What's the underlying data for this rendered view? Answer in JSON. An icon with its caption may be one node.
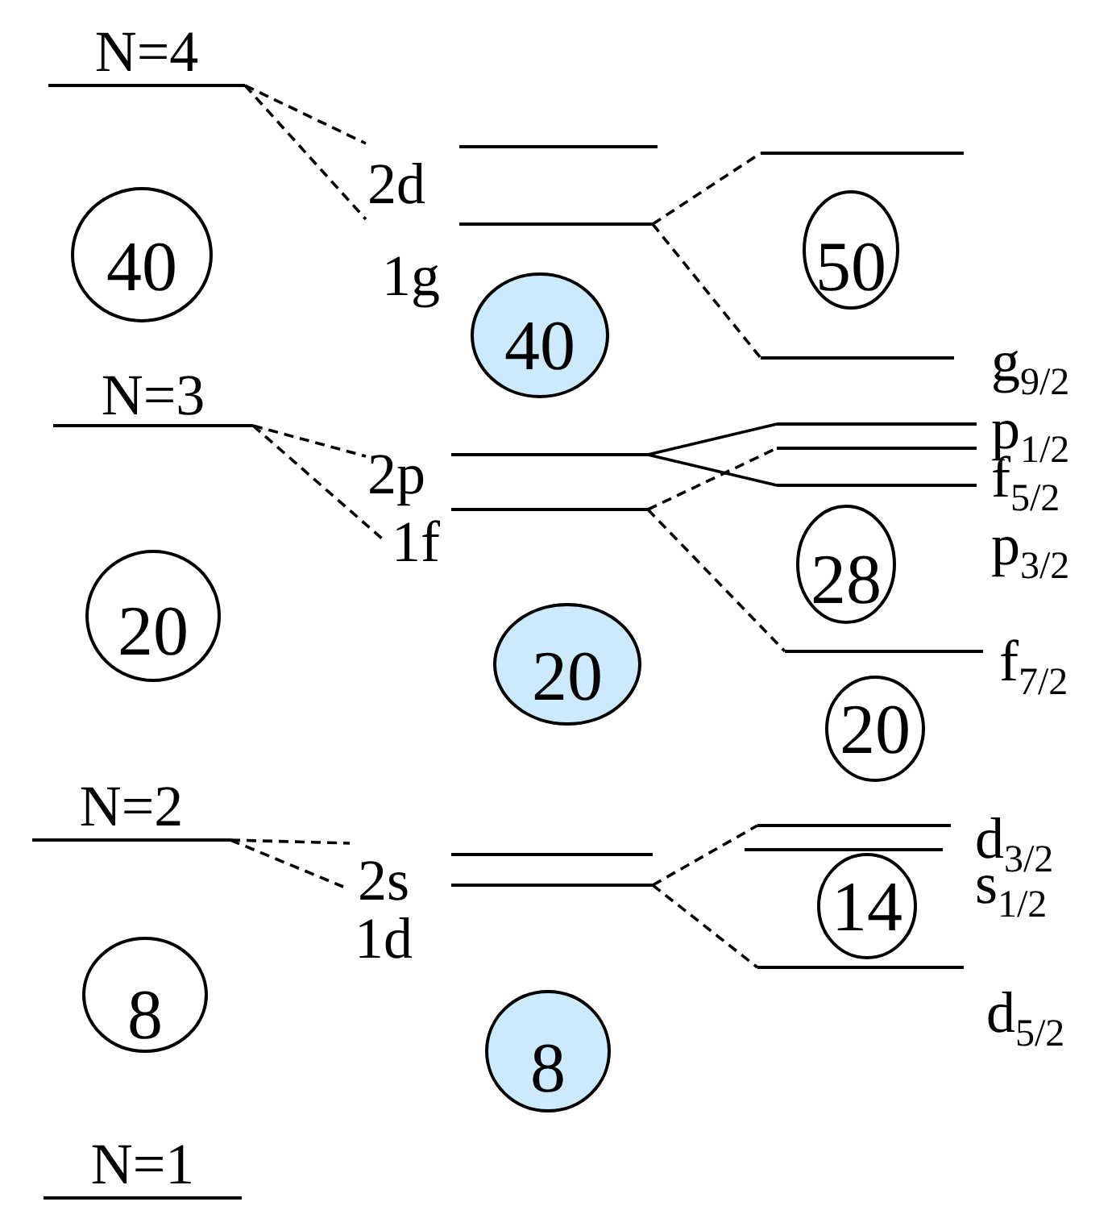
{
  "diagram": {
    "nodes": [
      {
        "text": [
          "N=4"
        ]
      },
      {
        "text": [
          "2d"
        ]
      },
      {
        "text": [],
        "shape": "bar"
      },
      {
        "text": [
          "1g"
        ]
      },
      {
        "text": [
          "40"
        ]
      },
      {
        "text": [
          "50"
        ]
      },
      {
        "text": [
          "40"
        ]
      },
      {
        "text": [
          "g$_{9/2}$"
        ]
      },
      {
        "text": [
          "N=3"
        ]
      },
      {
        "text": [
          "p$_{1/2}$"
        ]
      },
      {
        "text": [
          "f$_{5/2}$"
        ]
      },
      {
        "text": [
          "2p"
        ]
      },
      {
        "text": [
          "p$_{3/2}$"
        ]
      },
      {
        "text": [
          "1f"
        ]
      },
      {
        "text": [
          "28"
        ]
      },
      {
        "text": [
          "20"
        ]
      },
      {
        "text": [
          "20"
        ]
      },
      {
        "text": [
          "f$_{7/2}$"
        ]
      },
      {
        "text": [
          "20"
        ]
      },
      {
        "text": [
          "N=2"
        ]
      },
      {
        "text": [
          "d$_{3/2}$"
        ]
      },
      {
        "text": [
          "s$_{1/2}$"
        ]
      },
      {
        "text": [
          "2s"
        ]
      },
      {
        "text": [
          "1d"
        ]
      },
      {
        "text": [
          "14"
        ]
      },
      {
        "text": [
          "d$_{5/2}$"
        ]
      },
      {
        "text": [
          "8"
        ]
      },
      {
        "text": [
          "8"
        ]
      },
      {
        "text": [
          "N=1"
        ]
      }
    ],
    "edges": [
      {
        "from": 0,
        "to": 1,
        "arrow": "none",
        "style": "dashed"
      },
      {
        "from": 0,
        "to": 3,
        "arrow": "none",
        "style": "dashed"
      },
      {
        "from": 3,
        "to": 2,
        "arrow": "none",
        "style": "dashed"
      },
      {
        "from": 3,
        "to": 7,
        "arrow": "none",
        "style": "dashed"
      },
      {
        "from": 8,
        "to": 11,
        "arrow": "none",
        "style": "dashed"
      },
      {
        "from": 8,
        "to": 13,
        "arrow": "none",
        "style": "dashed"
      },
      {
        "from": 11,
        "to": 9,
        "arrow": "none"
      },
      {
        "from": 11,
        "to": 12,
        "arrow": "none"
      },
      {
        "from": 13,
        "to": 10,
        "arrow": "none",
        "style": "dashed"
      },
      {
        "from": 13,
        "to": 17,
        "arrow": "none",
        "style": "dashed"
      },
      {
        "from": 19,
        "to": 22,
        "arrow": "none",
        "style": "dashed"
      },
      {
        "from": 19,
        "to": 23,
        "arrow": "none",
        "style": "dashed"
      },
      {
        "from": 23,
        "to": 20,
        "arrow": "none",
        "style": "dashed"
      },
      {
        "from": 23,
        "to": 25,
        "arrow": "none",
        "style": "dashed"
      }
    ]
  }
}
